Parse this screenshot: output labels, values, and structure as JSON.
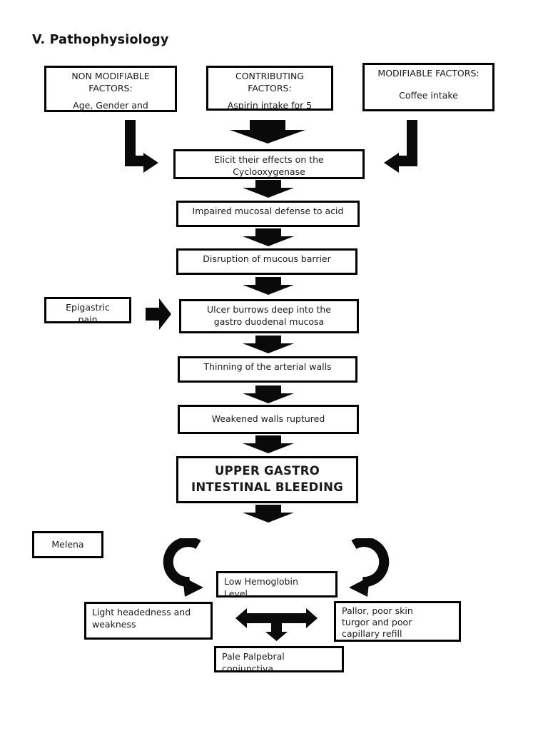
{
  "page": {
    "title": "V. Pathophysiology",
    "background_color": "#ffffff",
    "ink_color": "#000000"
  },
  "flowchart": {
    "factor_boxes": {
      "non_modifiable": {
        "heading": "NON MODIFIABLE\nFACTORS:",
        "detail": "Age, Gender and"
      },
      "contributing": {
        "heading": "CONTRIBUTING\nFACTORS:",
        "detail": "Aspirin intake for 5"
      },
      "modifiable": {
        "heading": "MODIFIABLE FACTORS:",
        "detail": "Coffee intake"
      }
    },
    "steps": {
      "elicit": "Elicit their effects on the\nCyclooxygenase",
      "impaired": "Impaired mucosal defense to acid",
      "disruption": "Disruption of mucous barrier",
      "ulcer": "Ulcer burrows deep into the\ngastro duodenal mucosa",
      "thinning": "Thinning of the arterial walls",
      "weakened": "Weakened walls ruptured",
      "bleeding": "UPPER GASTRO\nINTESTINAL BLEEDING"
    },
    "signs": {
      "epigastric_pain": "Epigastric\npain",
      "melena": "Melena",
      "low_hemoglobin": "Low Hemoglobin\nLevel",
      "lightheadedness": "Light headedness and\nweakness",
      "pallor": "Pallor, poor skin\nturgor and poor\ncapillary refill",
      "pale_conjunctiva": "Pale Palpebral\nconjunctiva"
    },
    "icons": {
      "block-down-arrow": "▼",
      "block-right-arrow": "▶",
      "elbow-down-right-arrow": "↳",
      "elbow-down-left-arrow": "↲",
      "curved-down-right-arrow": "⤵",
      "curved-down-left-arrow": "⤶",
      "double-horizontal-down-arrow": "↔↓"
    }
  }
}
